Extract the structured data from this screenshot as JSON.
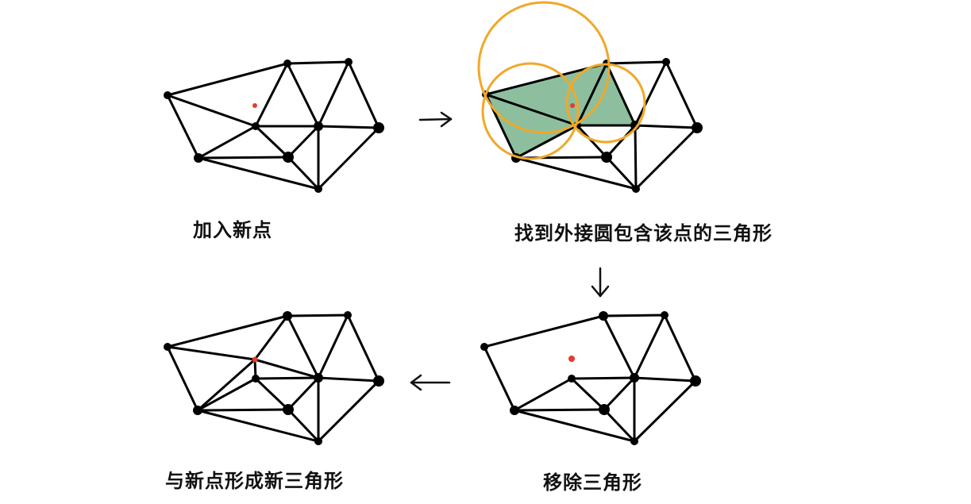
{
  "steps": [
    {
      "id": "add",
      "label": "加入新点"
    },
    {
      "id": "find",
      "label": "找到外接圆包含该点的三角形"
    },
    {
      "id": "remove",
      "label": "移除三角形"
    },
    {
      "id": "connect",
      "label": "与新点形成新三角形"
    }
  ],
  "colors": {
    "edge": "#000000",
    "vertex": "#000000",
    "new_point": "#e53b2c",
    "circumcircle": "#f0a829",
    "highlight_fill": "#8dbf9f",
    "arrow": "#111111"
  }
}
